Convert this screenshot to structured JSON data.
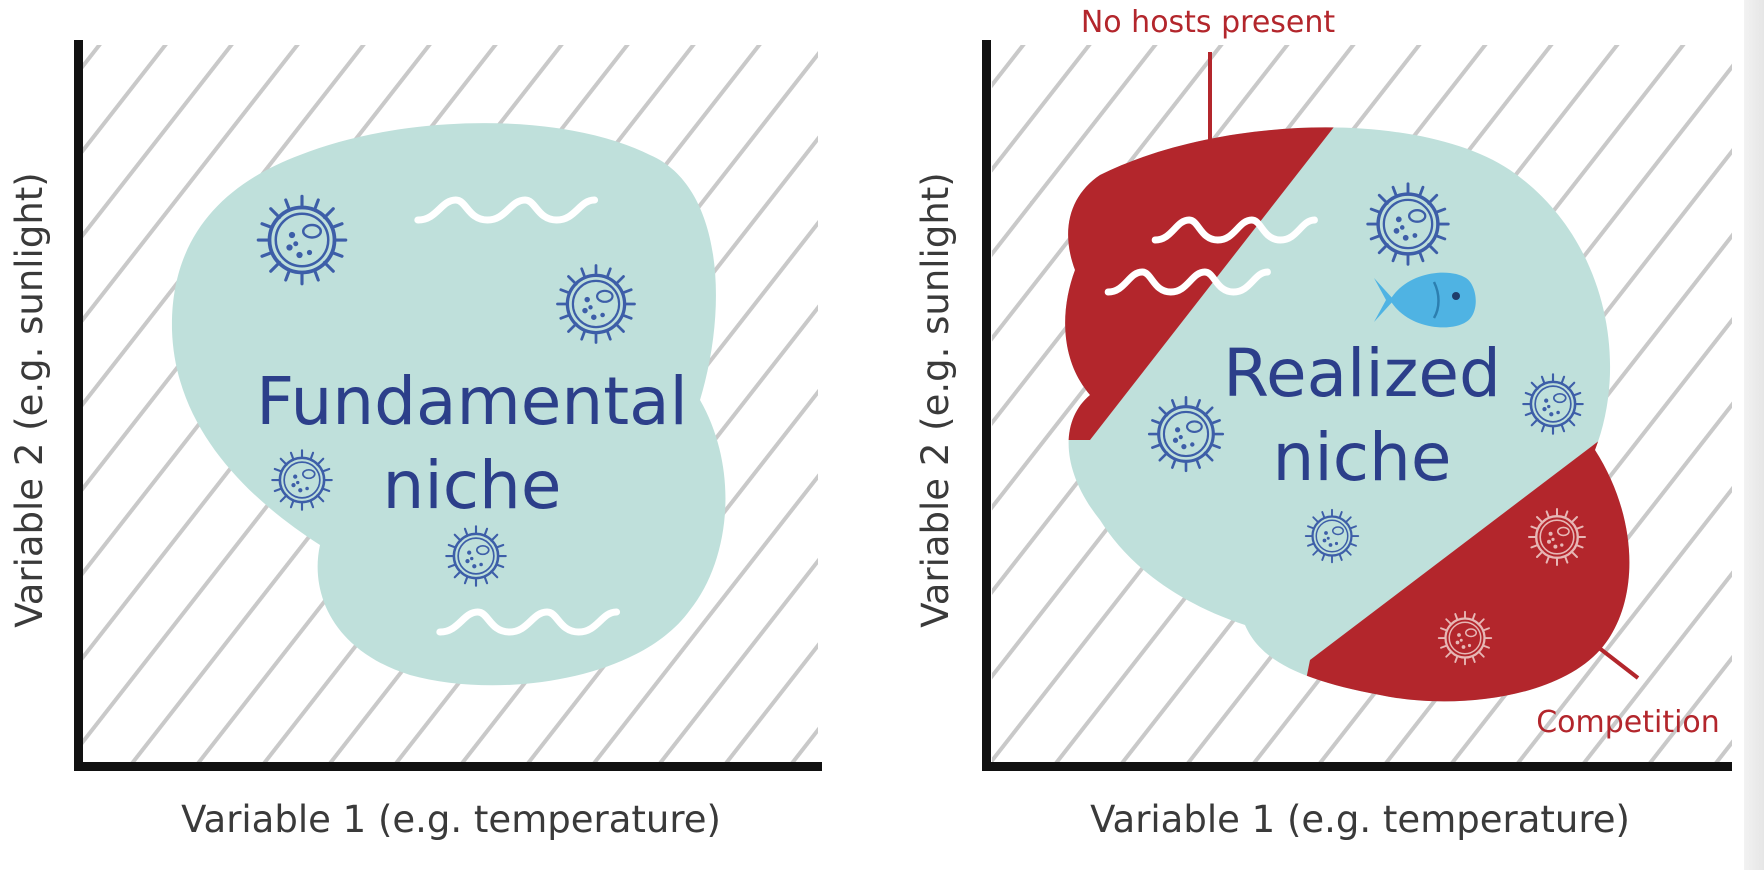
{
  "left_panel": {
    "niche_label_line1": "Fundamental",
    "niche_label_line2": "niche",
    "x_axis_label": "Variable 1 (e.g. temperature)",
    "y_axis_label": "Variable 2 (e.g. sunlight)"
  },
  "right_panel": {
    "niche_label_line1": "Realized",
    "niche_label_line2": "niche",
    "x_axis_label": "Variable 1 (e.g. temperature)",
    "y_axis_label": "Variable 2 (e.g. sunlight)",
    "annotation_top": "No hosts present",
    "annotation_bottom": "Competition"
  },
  "icons": [
    "virus-icon",
    "wave-icon",
    "fish-icon"
  ],
  "colors": {
    "niche_fill": "#bfe0db",
    "excluded_fill": "#b3262c",
    "icon_blue": "#3d5ea8",
    "fish_blue": "#4fb3e3",
    "hatch": "#c9c9c9",
    "axis": "#111111",
    "label_text": "#3a3a3a",
    "niche_text": "#2c3f8a"
  }
}
